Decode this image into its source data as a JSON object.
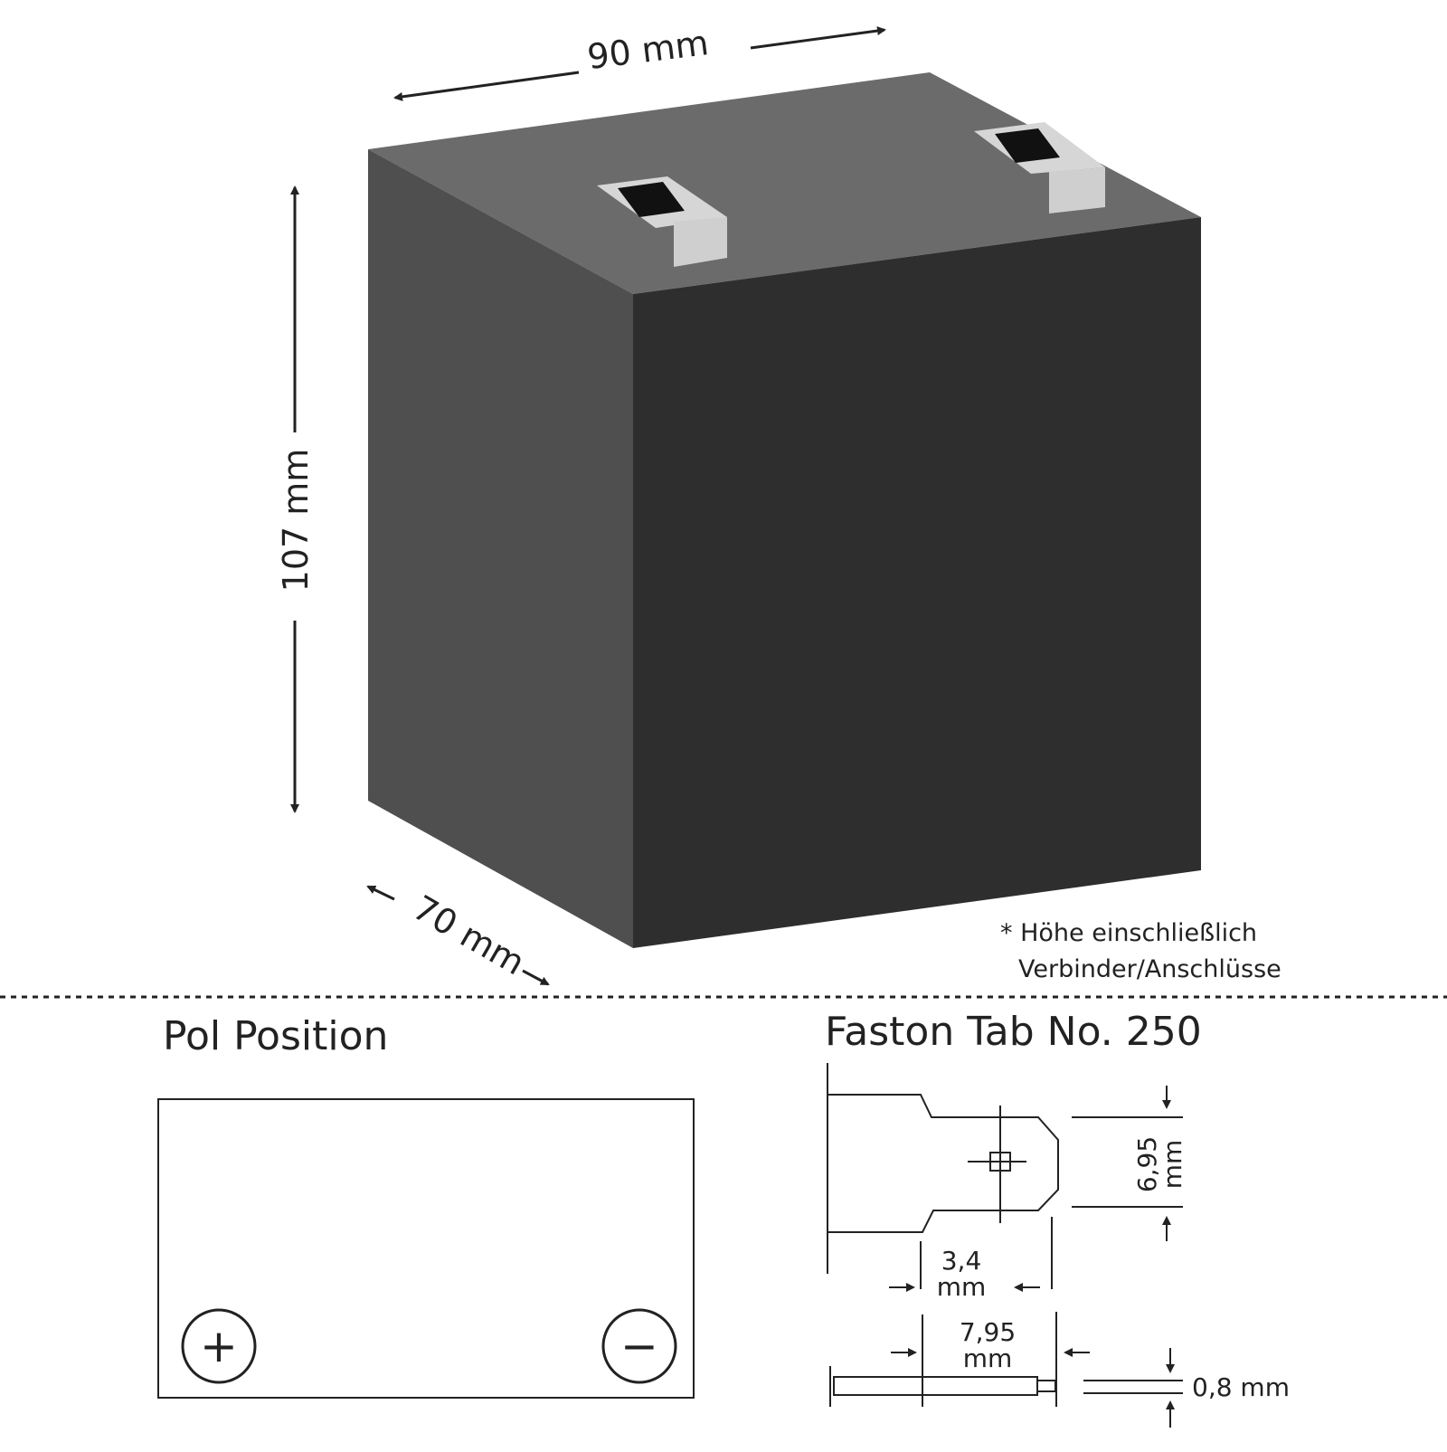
{
  "battery": {
    "width_label": "90 mm",
    "height_label": "107 mm",
    "depth_label": "70 mm",
    "colors": {
      "top": "#6b6b6b",
      "side": "#4f4f4f",
      "front": "#2e2e2e",
      "terminal": "#d6d6d6"
    }
  },
  "note": {
    "line1": "* Höhe einschließlich",
    "line2": "Verbinder/Anschlüsse"
  },
  "pol_position": {
    "title": "Pol Position",
    "positive": "+",
    "negative": "−"
  },
  "faston": {
    "title": "Faston Tab No. 250",
    "dim_height_value": "6,95",
    "dim_height_unit": "mm",
    "dim_hole_value": "3,4",
    "dim_hole_unit": "mm",
    "dim_length_value": "7,95",
    "dim_length_unit": "mm",
    "dim_thickness": "0,8 mm"
  }
}
